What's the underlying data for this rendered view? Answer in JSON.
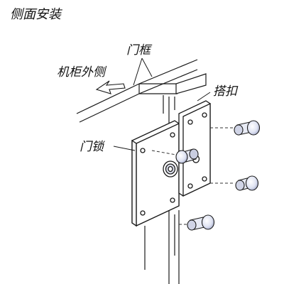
{
  "title": "侧面安装",
  "labels": {
    "door_frame": "门框",
    "cabinet_outside": "机柜外侧",
    "hasp": "搭扣",
    "door_lock": "门锁"
  },
  "colors": {
    "line": "#1a1a1a",
    "arrow_fill": "#ffffff",
    "screw_head": "#e9ecf6",
    "screw_shadow": "#8d93b3",
    "plate_fill": "#ffffff"
  }
}
